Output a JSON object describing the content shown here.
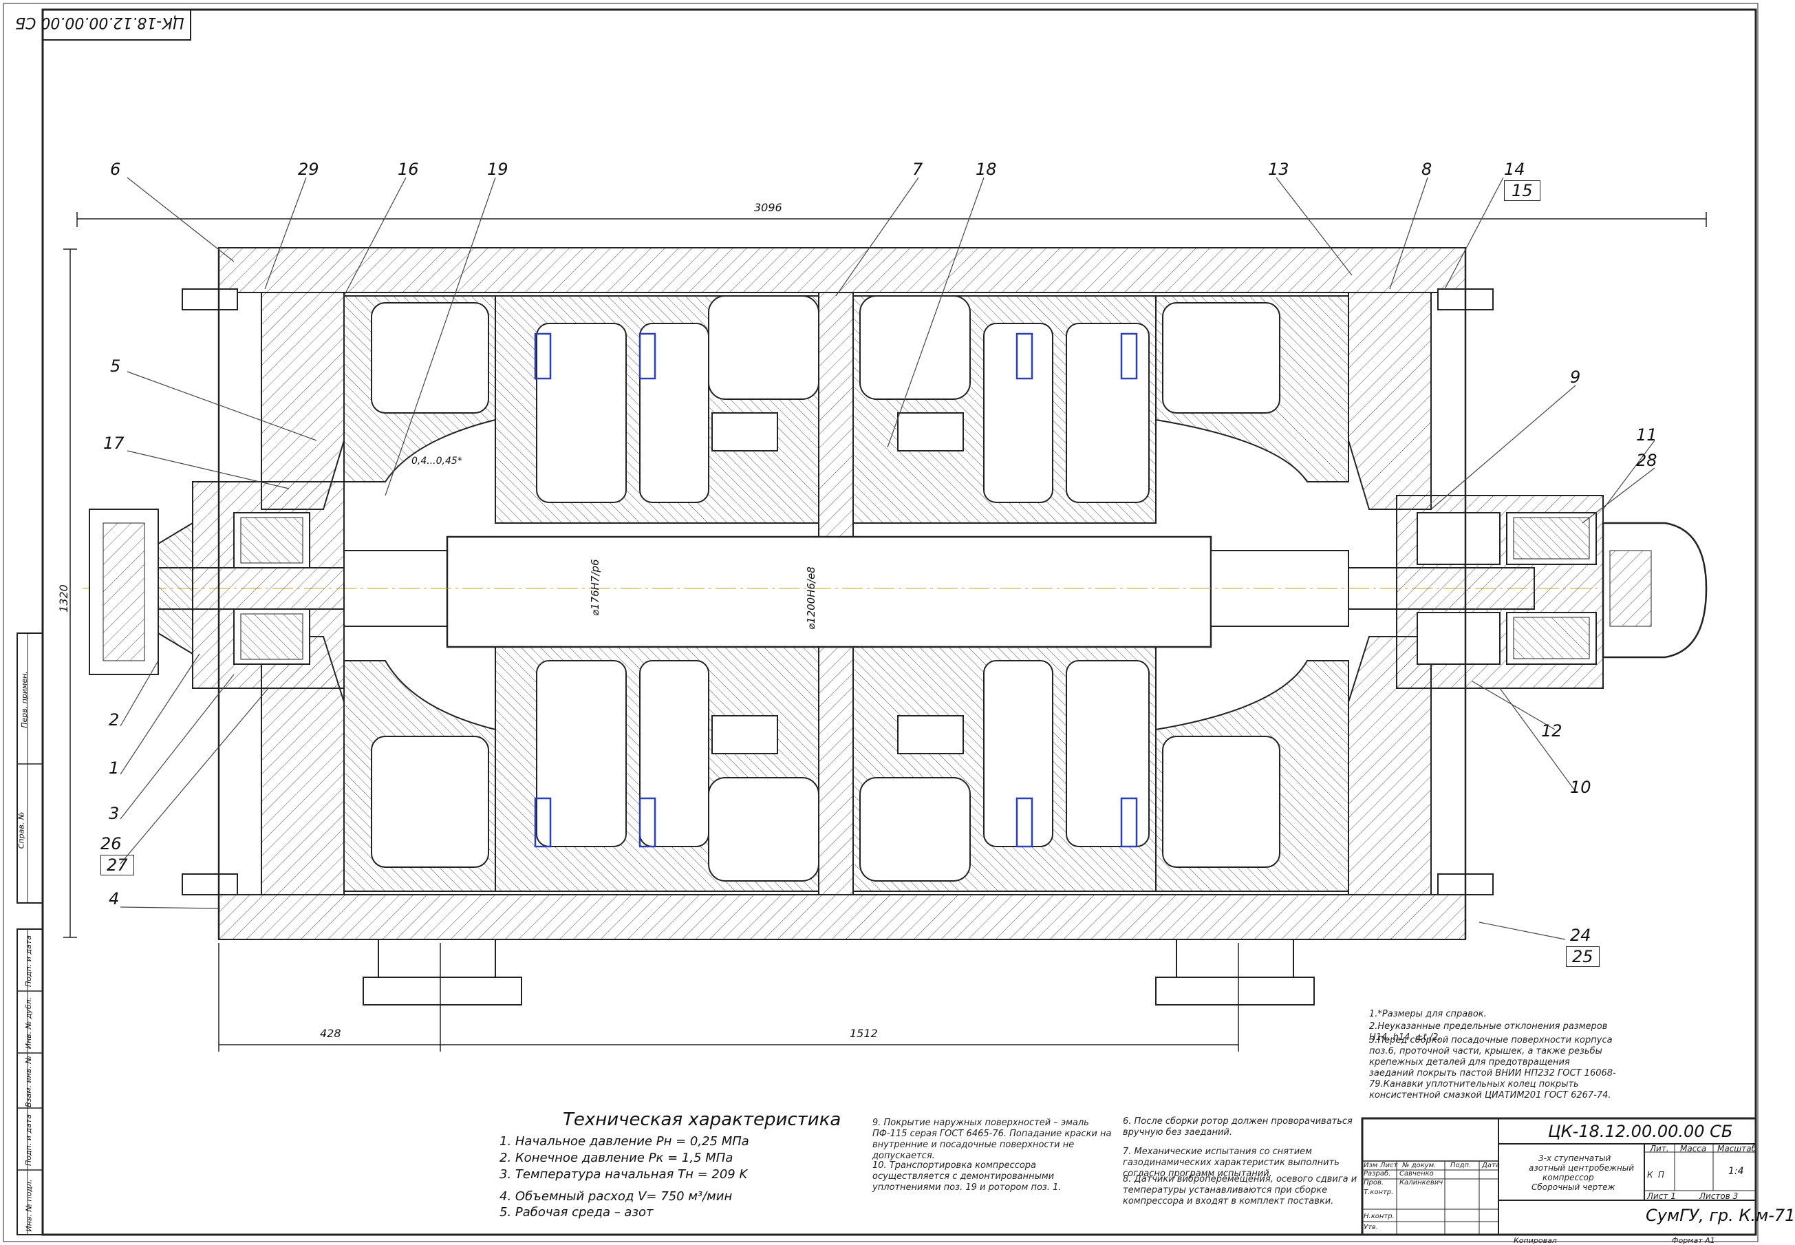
{
  "drawing": {
    "doc_code_top": "ЦК-18.12.00.00.00 СБ",
    "dim_length": "3096",
    "dim_height": "1320",
    "dim_left": "428",
    "dim_center": "1512",
    "dim_gap": "0,4...0,45*",
    "dim_shaft_1": "⌀176H7/p6",
    "dim_shaft_2": "⌀1200H6/e8"
  },
  "positions": [
    "6",
    "29",
    "16",
    "19",
    "7",
    "18",
    "13",
    "8",
    "14",
    "15",
    "5",
    "17",
    "9",
    "11",
    "28",
    "2",
    "1",
    "3",
    "26",
    "27",
    "4",
    "12",
    "10",
    "24",
    "25"
  ],
  "side_stamp": [
    "Перв. примен.",
    "Справ. №",
    "Подп. и дата",
    "Инв. № дубл.",
    "Взам. инв. №",
    "Подп. и дата",
    "Инв. № подл."
  ],
  "tech": {
    "title": "Техническая характеристика",
    "items": [
      "1. Начальное давление Pн = 0,25 MПa",
      "2. Конечное давление Pк = 1,5 MПa",
      "3. Температура начальная Tн = 209 K",
      "4. Объемный расход V= 750 м³/мин",
      "5. Рабочая среда – азот"
    ]
  },
  "notes_left": [
    "9. Покрытие наружных поверхностей – эмаль ПФ-115 серая ГОСТ 6465-76. Попадание краски на внутренние и посадочные поверхности не допускается.",
    "10. Транспортировка компрессора осуществляется с демонтированными уплотнениями поз. 19 и ротором поз. 1."
  ],
  "notes_mid": [
    "6. После сборки ротор должен проворачиваться вручную без заеданий.",
    "7. Механические испытания со снятием газодинамических характеристик выполнить согласно программ испытаний.",
    "8. Датчики виброперемещения, осевого сдвига и температуры устанавливаются при сборке компрессора и входят в комплект поставки."
  ],
  "notes_right": [
    "1.*Размеры для справок.",
    "2.Неуказанные предельные отклонения размеров H14, h14, ±t /2.",
    "3.Перед сборкой посадочные поверхности корпуса поз.6, проточной части, крышек, а также резьбы крепежных деталей для предотвращения заеданий покрыть пастой ВНИИ НП232 ГОСТ 16068-79.Канавки уплотнительных колец покрыть консистентной смазкой ЦИАТИМ201 ГОСТ 6267-74."
  ],
  "title_block": {
    "code": "ЦК-18.12.00.00.00 СБ",
    "name_line1": "3-х ступенчатый",
    "name_line2": "азотный центробежный",
    "name_line3": "компрессор",
    "name_line4": "Сборочный чертеж",
    "org": "СумГУ, гр. К.м-71",
    "lit_header": "Лит.",
    "mass_header": "Масса",
    "scale_header": "Масштаб",
    "scale": "1:4",
    "sheet": "Лист 1",
    "sheets": "Листов 3",
    "col_izm": "Изм",
    "col_list": "Лист",
    "col_doc": "№ докум.",
    "col_sign": "Подп.",
    "col_date": "Дата",
    "razrab": "Разраб.",
    "razrab_name": "Савченко",
    "prov": "Пров.",
    "prov_name": "Калинкевич",
    "tkontr": "Т.контр.",
    "nkontr": "Н.контр.",
    "utv": "Утв.",
    "lit_k": "К",
    "lit_p": "П",
    "copied": "Копировал",
    "format": "Формат A1"
  }
}
